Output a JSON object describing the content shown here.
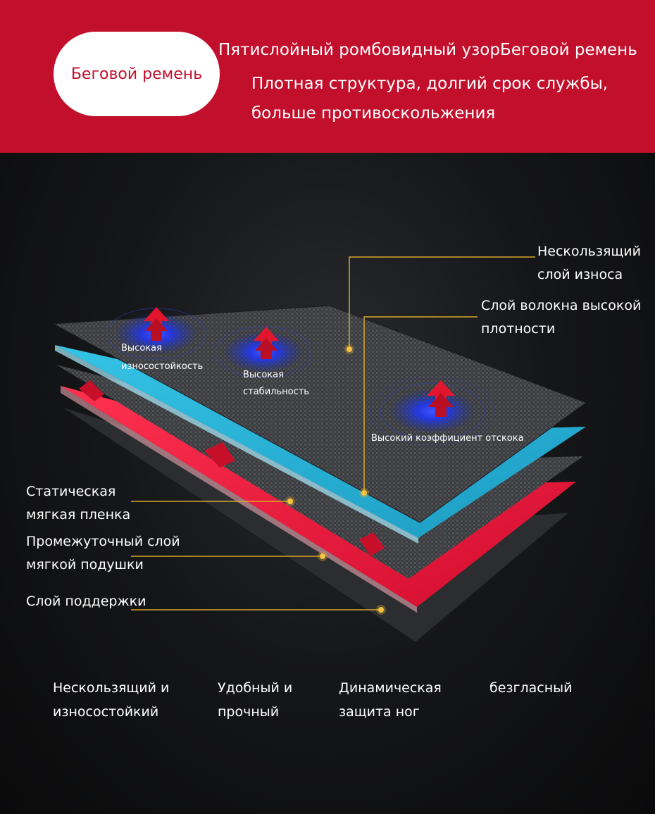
{
  "header": {
    "pill_label": "Беговой ремень",
    "line1": "Пятислойный ромбовидный узорБеговой ремень",
    "line2": "Плотная структура, долгий срок службы,",
    "line3": "больше противоскольжения"
  },
  "right_labels": {
    "wear_layer_1": "Нескользящий",
    "wear_layer_2": "слой износа",
    "fiber_layer_1": "Слой волокна высокой",
    "fiber_layer_2": "плотности"
  },
  "left_labels": {
    "static_film_1": "Статическая",
    "static_film_2": "мягкая пленка",
    "cushion_1": "Промежуточный слой",
    "cushion_2": "мягкой подушки",
    "support": "Слой поддержки"
  },
  "badges": {
    "wear_1": "Высокая",
    "wear_2": "износостойкость",
    "stability_1": "Высокая",
    "stability_2": "стабильность",
    "rebound": "Высокий коэффициент отскока"
  },
  "features": [
    {
      "line1": "Нескользящий и",
      "line2": "износостойкий"
    },
    {
      "line1": "Удобный и",
      "line2": "прочный"
    },
    {
      "line1": "Динамическая",
      "line2": "защита ног"
    },
    {
      "line1": "безгласный",
      "line2": ""
    }
  ],
  "colors": {
    "header_red": "#c20f2c",
    "accent_gold": "#d9a62a",
    "layer_cyan": "#2bb6d9",
    "layer_red": "#e3173a",
    "halo_blue": "#2a46ff"
  }
}
